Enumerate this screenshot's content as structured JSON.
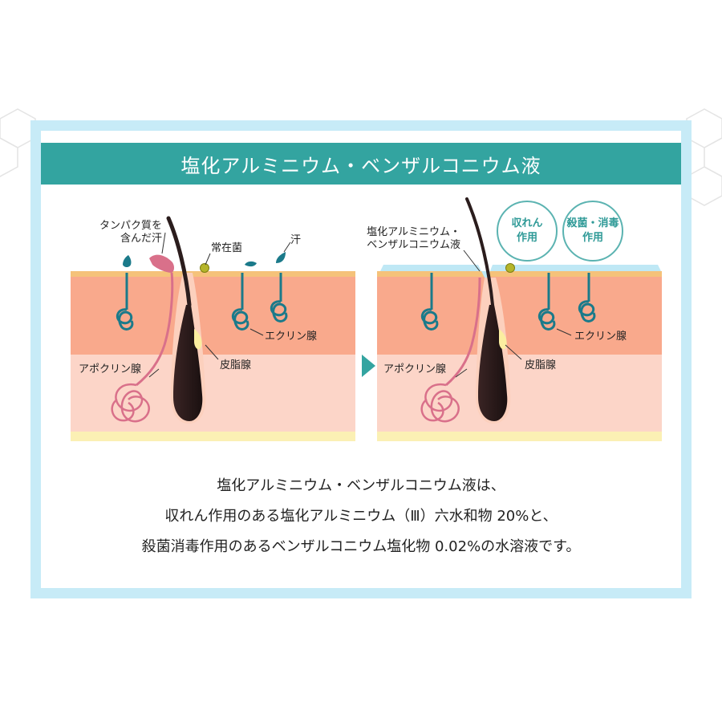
{
  "title": "塩化アルミニウム・ベンザルコニウム液",
  "colors": {
    "accent": "#33a4a0",
    "frame": "#c7ebf7",
    "skin_top": "#f5c27a",
    "dermis": "#f9a98c",
    "subcutis": "#fcd5c8",
    "base": "#fbf0b4",
    "eccrine_gland": "#1b7a8a",
    "apocrine_gland": "#d9708a",
    "hair": "#2b1d1d"
  },
  "left_diagram": {
    "labels": {
      "protein_sweat": [
        "タンパク質を",
        "含んだ汗"
      ],
      "bacteria": "常在菌",
      "sweat": "汗",
      "eccrine": "エクリン腺",
      "apocrine": "アポクリン腺",
      "sebaceous": "皮脂腺"
    }
  },
  "right_diagram": {
    "labels": {
      "solution": [
        "塩化アルミニウム・",
        "ベンザルコニウム液"
      ],
      "eccrine": "エクリン腺",
      "apocrine": "アポクリン腺",
      "sebaceous": "皮脂腺"
    },
    "badges": [
      [
        "収れん",
        "作用"
      ],
      [
        "殺菌・消毒",
        "作用"
      ]
    ]
  },
  "description": [
    "塩化アルミニウム・ベンザルコニウム液は、",
    "収れん作用のある塩化アルミニウム（Ⅲ）六水和物 20%と、",
    "殺菌消毒作用のあるベンザルコニウム塩化物 0.02%の水溶液です。"
  ]
}
